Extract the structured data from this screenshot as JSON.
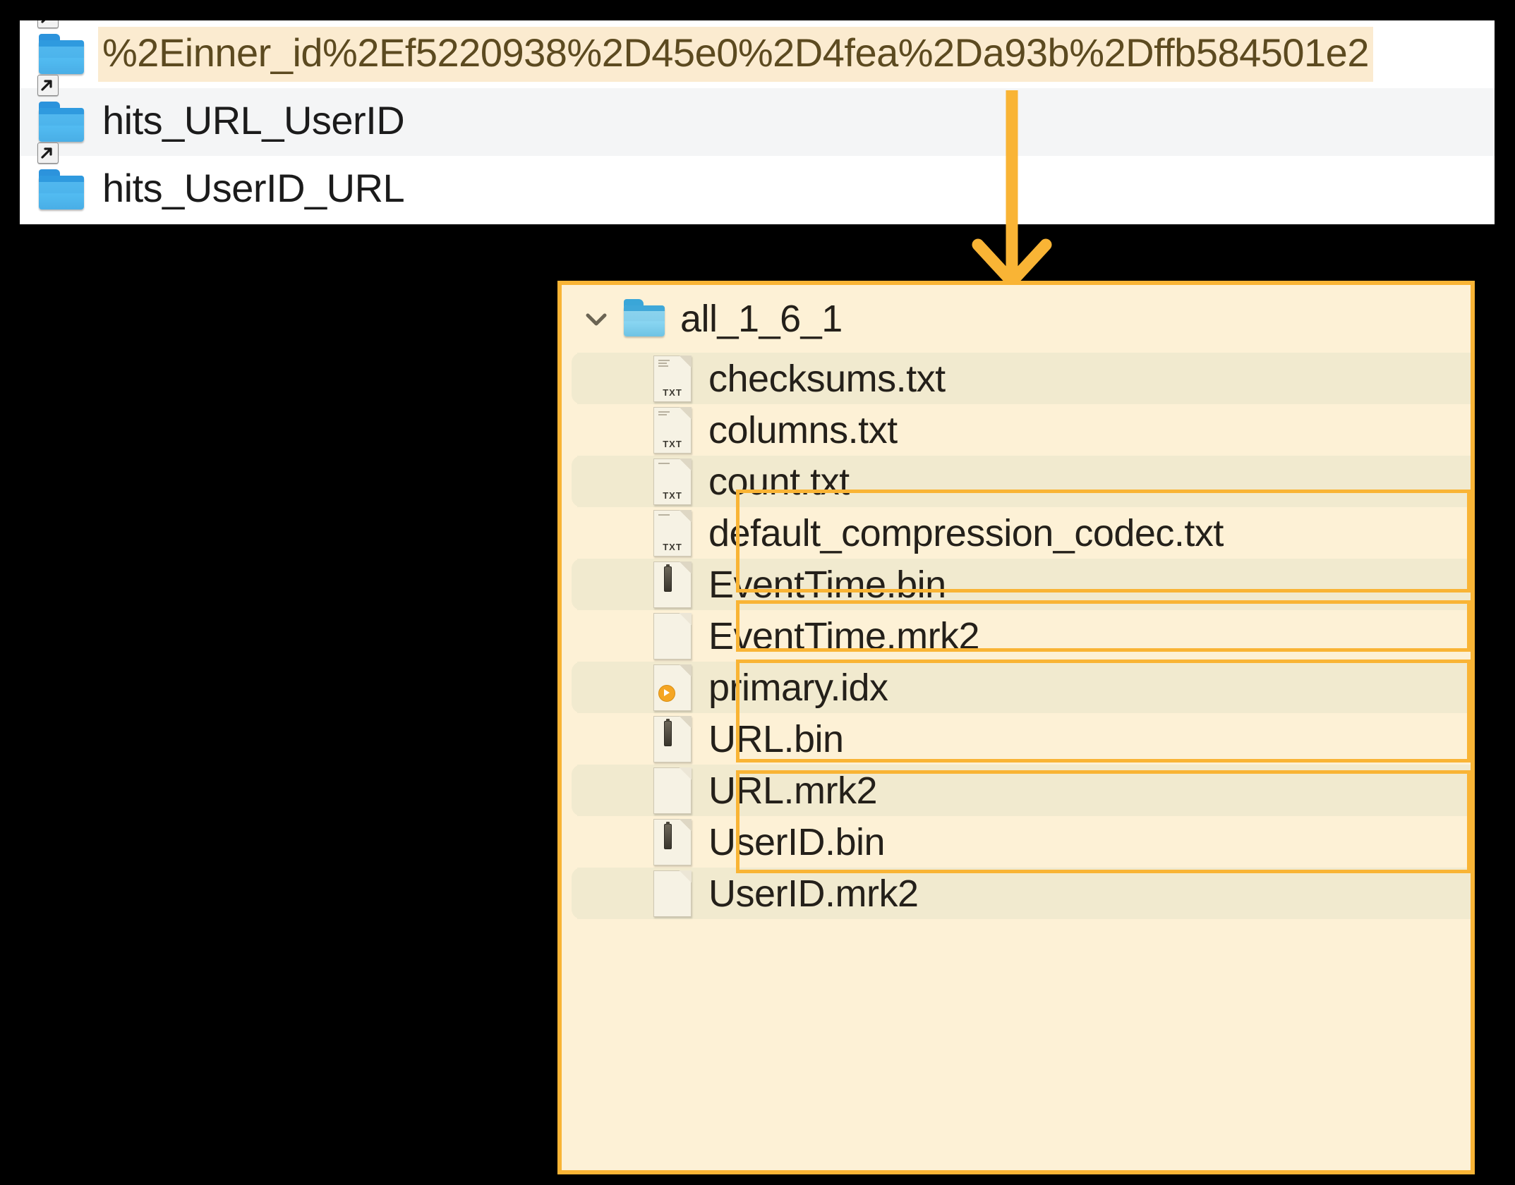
{
  "top_panel": {
    "rows": [
      {
        "icon": "symlink-folder-icon",
        "label": "%2Einner_id%2Ef5220938%2D45e0%2D4fea%2Da93b%2Dffb584501e2",
        "highlighted": true
      },
      {
        "icon": "symlink-folder-icon",
        "label": "hits_URL_UserID",
        "highlighted": false
      },
      {
        "icon": "symlink-folder-icon",
        "label": "hits_UserID_URL",
        "highlighted": false
      }
    ]
  },
  "main_panel": {
    "header": {
      "chevron": "chevron-down-icon",
      "folder_icon": "folder-open-icon",
      "label": "all_1_6_1"
    },
    "files": [
      {
        "name": "checksums.txt",
        "icon": "txt-file-icon",
        "stripe": true,
        "boxed": false
      },
      {
        "name": "columns.txt",
        "icon": "txt-file-icon",
        "stripe": false,
        "boxed": false
      },
      {
        "name": "count.txt",
        "icon": "txt-file-icon",
        "stripe": true,
        "boxed": false
      },
      {
        "name": "default_compression_codec.txt",
        "icon": "txt-file-icon",
        "stripe": false,
        "boxed": false
      },
      {
        "name": "EventTime.bin",
        "icon": "bin-file-icon",
        "stripe": true,
        "boxed": true
      },
      {
        "name": "EventTime.mrk2",
        "icon": "blank-file-icon",
        "stripe": false,
        "boxed": true
      },
      {
        "name": "primary.idx",
        "icon": "idx-file-icon",
        "stripe": true,
        "boxed": true
      },
      {
        "name": "URL.bin",
        "icon": "bin-file-icon",
        "stripe": false,
        "boxed": true
      },
      {
        "name": "URL.mrk2",
        "icon": "blank-file-icon",
        "stripe": true,
        "boxed": true
      },
      {
        "name": "UserID.bin",
        "icon": "bin-file-icon",
        "stripe": false,
        "boxed": true
      },
      {
        "name": "UserID.mrk2",
        "icon": "blank-file-icon",
        "stripe": true,
        "boxed": true
      }
    ],
    "highlight_groups": [
      {
        "label": "EventTime-group",
        "from": "EventTime.bin",
        "to": "EventTime.mrk2"
      },
      {
        "label": "primary-idx-group",
        "from": "primary.idx",
        "to": "primary.idx"
      },
      {
        "label": "URL-group",
        "from": "URL.bin",
        "to": "URL.mrk2"
      },
      {
        "label": "UserID-group",
        "from": "UserID.bin",
        "to": "UserID.mrk2"
      }
    ]
  },
  "annotation": {
    "arrow": "down-arrow-annotation"
  },
  "colors": {
    "accent": "#f9b435",
    "panel_bg": "#fdf1d6",
    "stripe_bg": "#f1eacf",
    "highlight_text_bg": "#fbebd0",
    "folder_blue": "#4cb4ec",
    "background": "#000000"
  }
}
